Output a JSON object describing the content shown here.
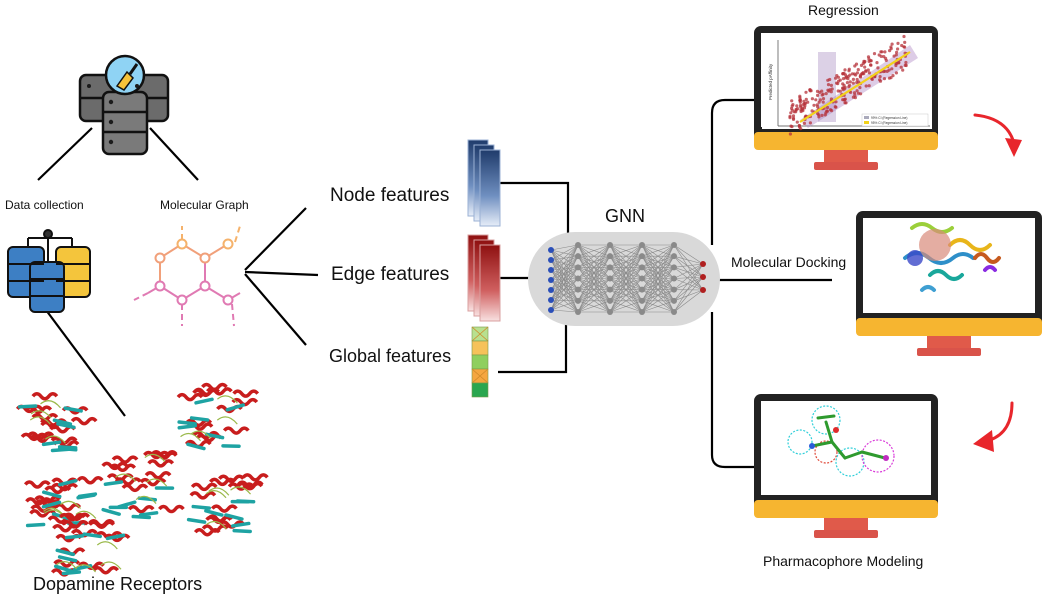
{
  "labels": {
    "data_collection": "Data collection",
    "molecular_graph": "Molecular Graph",
    "dopamine_receptors": "Dopamine Receptors",
    "node_features": "Node features",
    "edge_features": "Edge features",
    "global_features": "Global features",
    "gnn": "GNN",
    "regression": "Regression",
    "molecular_docking": "Molecular Docking",
    "pharmacophore_modeling": "Pharmacophore Modeling"
  },
  "regression_plot": {
    "ylabel": "Predicted pAffinity",
    "legend": [
      "99% CI (Regression Line)",
      "95% CI (Regression Line)"
    ]
  },
  "colors": {
    "node_feature_blue": "#1f3b6b",
    "edge_feature_red": "#9e1b1b",
    "monitor_frame": "#222222",
    "monitor_stand_yellow": "#f6b530",
    "monitor_stand_red": "#e05a4a",
    "arrow_red": "#e8262c",
    "gnn_box": "#d9d9d9"
  },
  "global_feature_colors": [
    "#b8e08f",
    "#f6c25a",
    "#8fcf5e",
    "#f5a63f",
    "#2aa64f"
  ],
  "icons": [
    "database-brush-icon",
    "connected-databases-icon",
    "molecule-graph-icon",
    "neural-network-icon",
    "protein-structure-icon",
    "curved-arrow-icon"
  ]
}
